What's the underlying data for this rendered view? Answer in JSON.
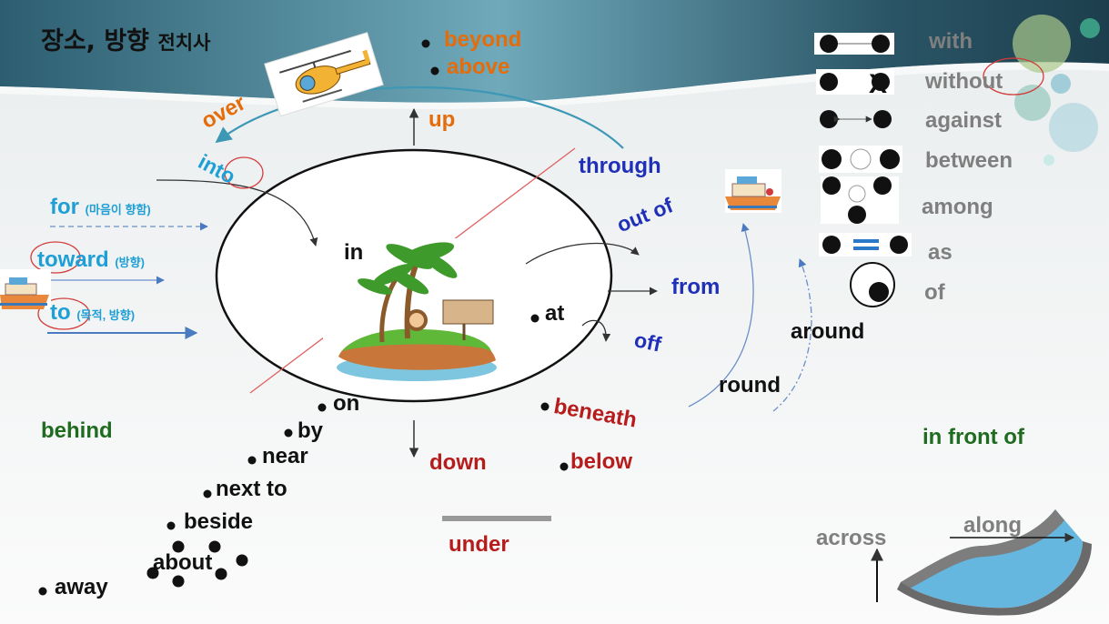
{
  "title": {
    "main": "장소, 방향",
    "sub": "전치사"
  },
  "words": {
    "beyond": "beyond",
    "above": "above",
    "up": "up",
    "over": "over",
    "into": "into",
    "through": "through",
    "out_of": "out of",
    "for": "for",
    "for_note": "(마음이 향함)",
    "toward": "toward",
    "toward_note": "(방향)",
    "to": "to",
    "to_note": "(목적, 방향)",
    "in": "in",
    "at": "at",
    "from": "from",
    "off": "off",
    "on": "on",
    "by": "by",
    "near": "near",
    "next_to": "next to",
    "beside": "beside",
    "about": "about",
    "away": "away",
    "behind": "behind",
    "down": "down",
    "under": "under",
    "beneath": "beneath",
    "below": "below",
    "round": "round",
    "around": "around",
    "in_front_of": "in front of",
    "across": "across",
    "along": "along"
  },
  "legend": {
    "with": "with",
    "without": "without",
    "against": "against",
    "between": "between",
    "among": "among",
    "as": "as",
    "of": "of"
  },
  "colors": {
    "orange": "#e46c0a",
    "blue": "#1f2fb8",
    "cyan": "#1e9fd6",
    "red": "#b71c1c",
    "green": "#1f6b1f",
    "header_teal": "#3f7f95"
  }
}
